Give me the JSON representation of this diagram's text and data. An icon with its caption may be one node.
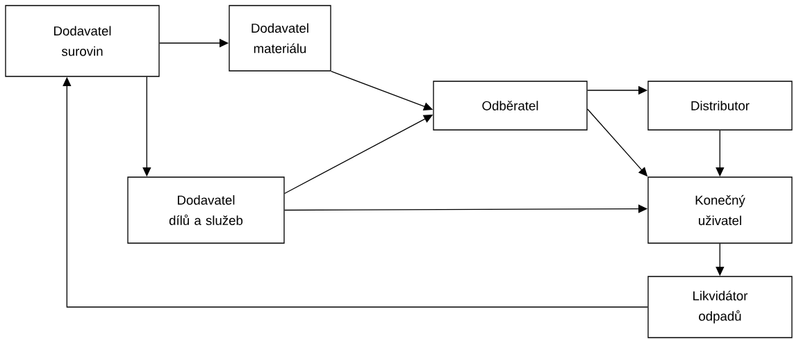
{
  "diagram": {
    "nodes": [
      {
        "text": [
          "Dodavatel surovin"
        ]
      },
      {
        "text": [
          "Dodavatel materiálu"
        ]
      },
      {
        "text": [
          "Odběratel"
        ]
      },
      {
        "text": [
          "Distributor"
        ]
      },
      {
        "text": [
          "Dodavatel dílů a služeb"
        ]
      },
      {
        "text": [
          "Konečný uživatel"
        ]
      },
      {
        "text": [
          "Likvidátor odpadů"
        ]
      }
    ],
    "edges": [
      {
        "from": 0,
        "to": 1,
        "arrow": "to"
      },
      {
        "from": 1,
        "to": 2,
        "arrow": "to"
      },
      {
        "from": 0,
        "to": 4,
        "arrow": "to"
      },
      {
        "from": 4,
        "to": 2,
        "arrow": "to"
      },
      {
        "from": 2,
        "to": 3,
        "arrow": "to"
      },
      {
        "from": 2,
        "to": 5,
        "arrow": "to"
      },
      {
        "from": 3,
        "to": 5,
        "arrow": "to"
      },
      {
        "from": 4,
        "to": 5,
        "arrow": "to"
      },
      {
        "from": 5,
        "to": 6,
        "arrow": "to"
      },
      {
        "from": 6,
        "to": 0,
        "arrow": "to"
      }
    ]
  }
}
